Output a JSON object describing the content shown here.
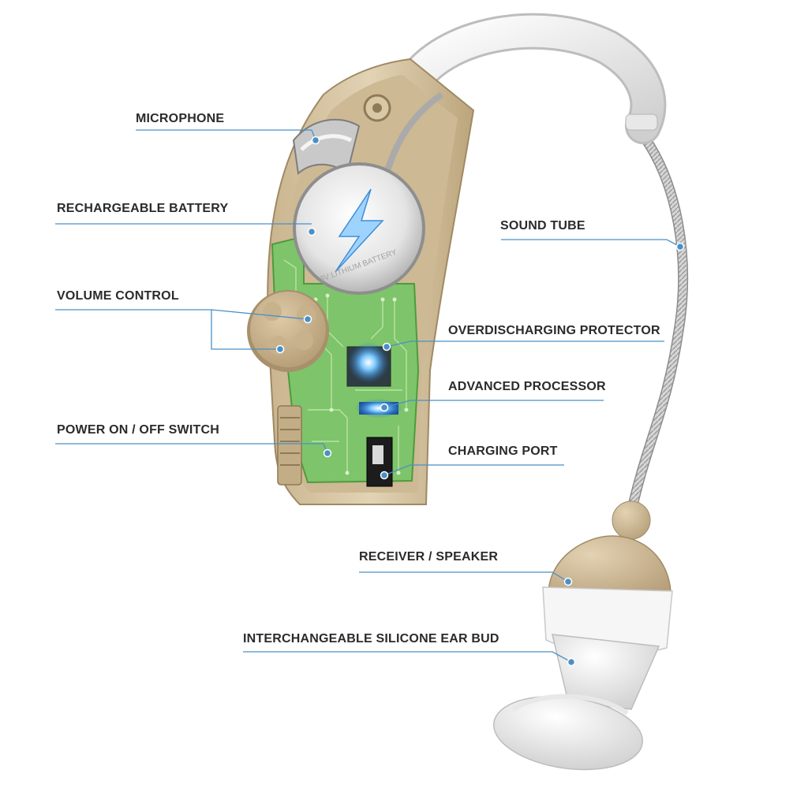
{
  "labels": {
    "microphone": "MICROPHONE",
    "battery": "RECHARGEABLE BATTERY",
    "volume": "VOLUME CONTROL",
    "power": "POWER ON / OFF SWITCH",
    "sound_tube": "SOUND TUBE",
    "protector": "OVERDISCHARGING PROTECTOR",
    "processor": "ADVANCED PROCESSOR",
    "charging": "CHARGING PORT",
    "receiver": "RECEIVER / SPEAKER",
    "ear_bud": "INTERCHANGEABLE SILICONE EAR BUD"
  },
  "battery_marking": "3V LITHIUM BATTERY",
  "colors": {
    "leader_line": "#4a90c8",
    "housing": "#d8c7a6",
    "pcb": "#7ec46a",
    "shell_white": "#f2f2f2"
  }
}
